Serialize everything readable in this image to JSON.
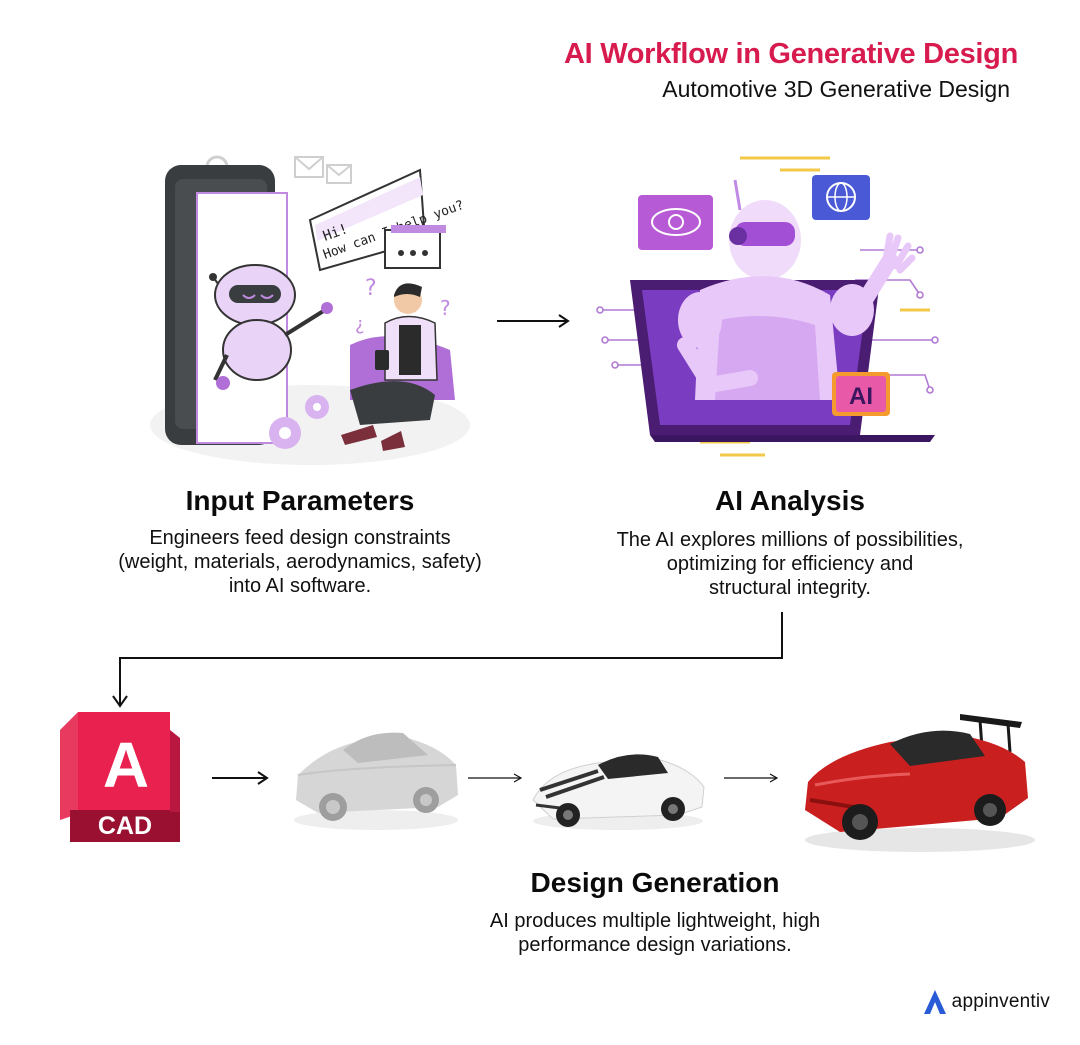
{
  "header": {
    "title": "AI Workflow in Generative Design",
    "subtitle": "Automotive 3D Generative Design"
  },
  "input_parameters": {
    "heading": "Input Parameters",
    "desc_lines": [
      "Engineers feed design constraints",
      "(weight, materials, aerodynamics, safety)",
      "into AI software."
    ],
    "chat_lines": [
      "Hi!",
      "How can I help you?"
    ]
  },
  "ai_analysis": {
    "heading": "AI Analysis",
    "desc_lines": [
      "The AI explores millions of possibilities,",
      "optimizing for efficiency and",
      "structural integrity."
    ],
    "badge": "AI"
  },
  "design_generation": {
    "heading": "Design Generation",
    "desc_lines": [
      "AI produces multiple lightweight, high",
      "performance design variations."
    ],
    "cad_logo_letter": "A",
    "cad_logo_label": "CAD"
  },
  "brand": {
    "name": "appinventiv"
  },
  "colors": {
    "title": "#d81b4f",
    "accent_purple": "#8a35c9",
    "cad_red": "#c4143a",
    "car_red": "#c91f1f"
  }
}
